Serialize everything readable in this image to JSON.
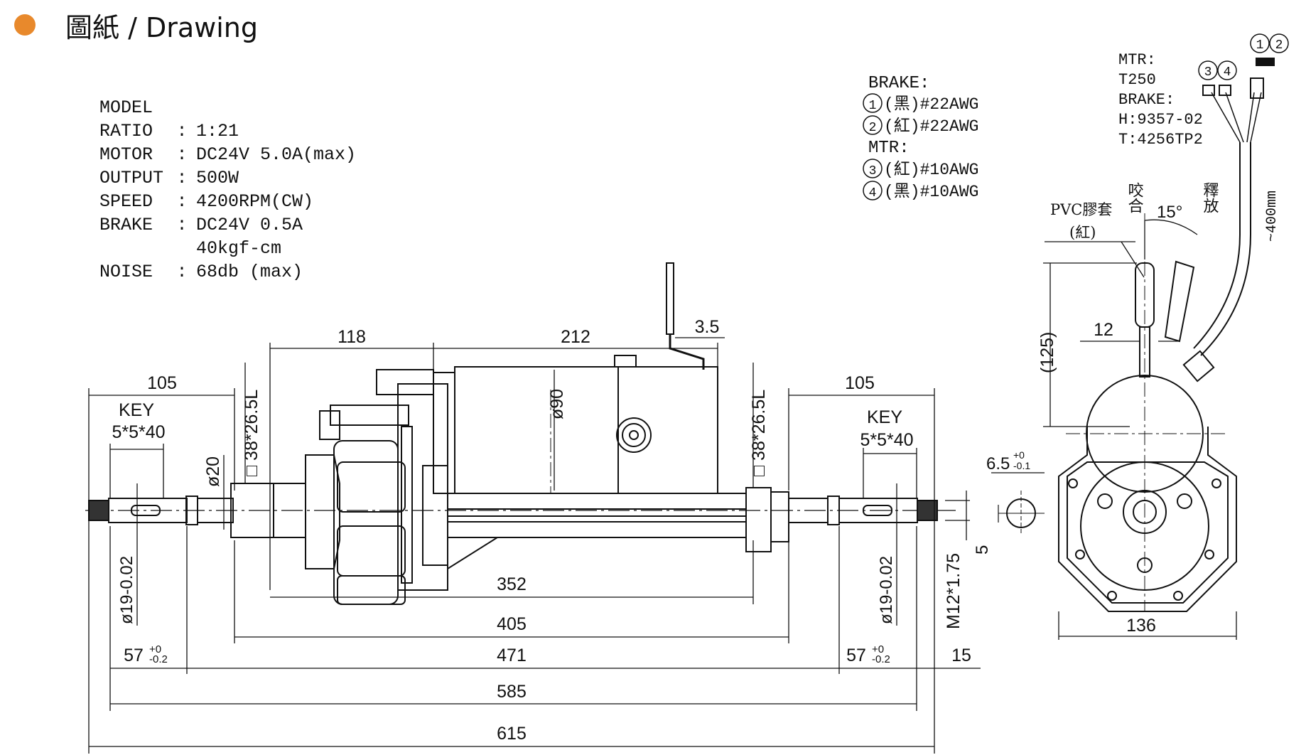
{
  "header": {
    "title": "圖紙 / Drawing"
  },
  "spec": [
    {
      "key": "MODEL",
      "colon": "",
      "value": ""
    },
    {
      "key": "RATIO",
      "colon": ":",
      "value": "1:21"
    },
    {
      "key": "MOTOR",
      "colon": ":",
      "value": "DC24V 5.0A(max)"
    },
    {
      "key": "OUTPUT",
      "colon": ":",
      "value": "500W"
    },
    {
      "key": "SPEED",
      "colon": ":",
      "value": "4200RPM(CW)"
    },
    {
      "key": "BRAKE",
      "colon": ":",
      "value": "DC24V 0.5A"
    },
    {
      "key": "",
      "colon": "",
      "value": "40kgf-cm"
    },
    {
      "key": "NOISE",
      "colon": ":",
      "value": "68db (max)"
    }
  ],
  "wiring": {
    "brake_title": "BRAKE:",
    "w1": "(黑)#22AWG",
    "w2": "(紅)#22AWG",
    "mtr_title": "MTR:",
    "w3": "(紅)#10AWG",
    "w4": "(黑)#10AWG",
    "n1": "1",
    "n2": "2",
    "n3": "3",
    "n4": "4"
  },
  "connectors": {
    "mtr_label": "MTR:",
    "mtr_value": "T250",
    "brake_label": "BRAKE:",
    "brake_h": "H:9357-02",
    "brake_t": "T:4256TP2",
    "n12a": "1",
    "n12b": "2",
    "n34a": "3",
    "n34b": "4"
  },
  "lever": {
    "engage": "咬合",
    "release": "釋放",
    "angle": "15°",
    "pvc": "PVC膠套",
    "pvc_color": "(紅)",
    "cable": "~400mm"
  },
  "dims": {
    "d105_left": "105",
    "d118": "118",
    "d212": "212",
    "d3_5": "3.5",
    "d105_right": "105",
    "key_left": "KEY",
    "key_left_size": "5*5*40",
    "key_right": "KEY",
    "key_right_size": "5*5*40",
    "sq_left": "□ 38*26.5L",
    "sq_right": "□ 38*26.5L",
    "d20": "ø20",
    "d90": "ø90",
    "d19_left": "ø19-0.02",
    "d19_right": "ø19-0.02",
    "d352": "352",
    "d405": "405",
    "d57_left": "57",
    "d471": "471",
    "d57_right": "57",
    "d15": "15",
    "d585": "585",
    "d615": "615",
    "m12": "M12*1.75",
    "d6_5": "6.5",
    "d5": "5",
    "d125": "(125)",
    "d12": "12",
    "d136": "136",
    "tol_plus": "+0",
    "tol_minus": "-0.1",
    "tol_minus2": "-0.2"
  }
}
